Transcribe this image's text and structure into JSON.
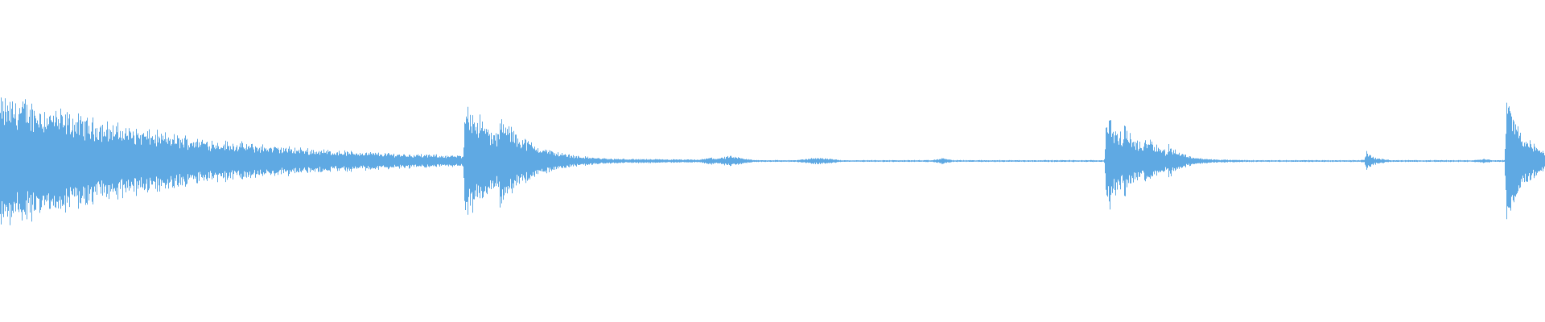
{
  "waveform": {
    "color": "#5fa9e3",
    "background": "#ffffff",
    "baseline_amplitude": 0.015,
    "transients": [
      {
        "position": 0.0,
        "peak": 1.0,
        "decay": 0.12,
        "tail": 0.08
      },
      {
        "position": 0.055,
        "peak": 0.18,
        "decay": 0.01,
        "tail": 0.03
      },
      {
        "position": 0.069,
        "peak": 0.16,
        "decay": 0.01,
        "tail": 0.03
      },
      {
        "position": 0.301,
        "peak": 0.95,
        "decay": 0.02,
        "tail": 0.06
      },
      {
        "position": 0.323,
        "peak": 0.68,
        "decay": 0.02,
        "tail": 0.05
      },
      {
        "position": 0.344,
        "peak": 0.25,
        "decay": 0.015,
        "tail": 0.04
      },
      {
        "position": 0.362,
        "peak": 0.12,
        "decay": 0.01,
        "tail": 0.03
      },
      {
        "position": 0.716,
        "peak": 0.74,
        "decay": 0.012,
        "tail": 0.05
      },
      {
        "position": 0.727,
        "peak": 0.55,
        "decay": 0.012,
        "tail": 0.04
      },
      {
        "position": 0.741,
        "peak": 0.42,
        "decay": 0.012,
        "tail": 0.04
      },
      {
        "position": 0.756,
        "peak": 0.25,
        "decay": 0.01,
        "tail": 0.03
      },
      {
        "position": 0.884,
        "peak": 0.15,
        "decay": 0.005,
        "tail": 0.01
      },
      {
        "position": 0.975,
        "peak": 1.0,
        "decay": 0.01,
        "tail": 0.06
      }
    ],
    "ripples": [
      {
        "position": 0.46,
        "width": 0.012,
        "amp": 0.06
      },
      {
        "position": 0.472,
        "width": 0.02,
        "amp": 0.08
      },
      {
        "position": 0.53,
        "width": 0.02,
        "amp": 0.06
      },
      {
        "position": 0.61,
        "width": 0.01,
        "amp": 0.05
      },
      {
        "position": 0.89,
        "width": 0.015,
        "amp": 0.05
      },
      {
        "position": 0.96,
        "width": 0.01,
        "amp": 0.04
      }
    ]
  }
}
